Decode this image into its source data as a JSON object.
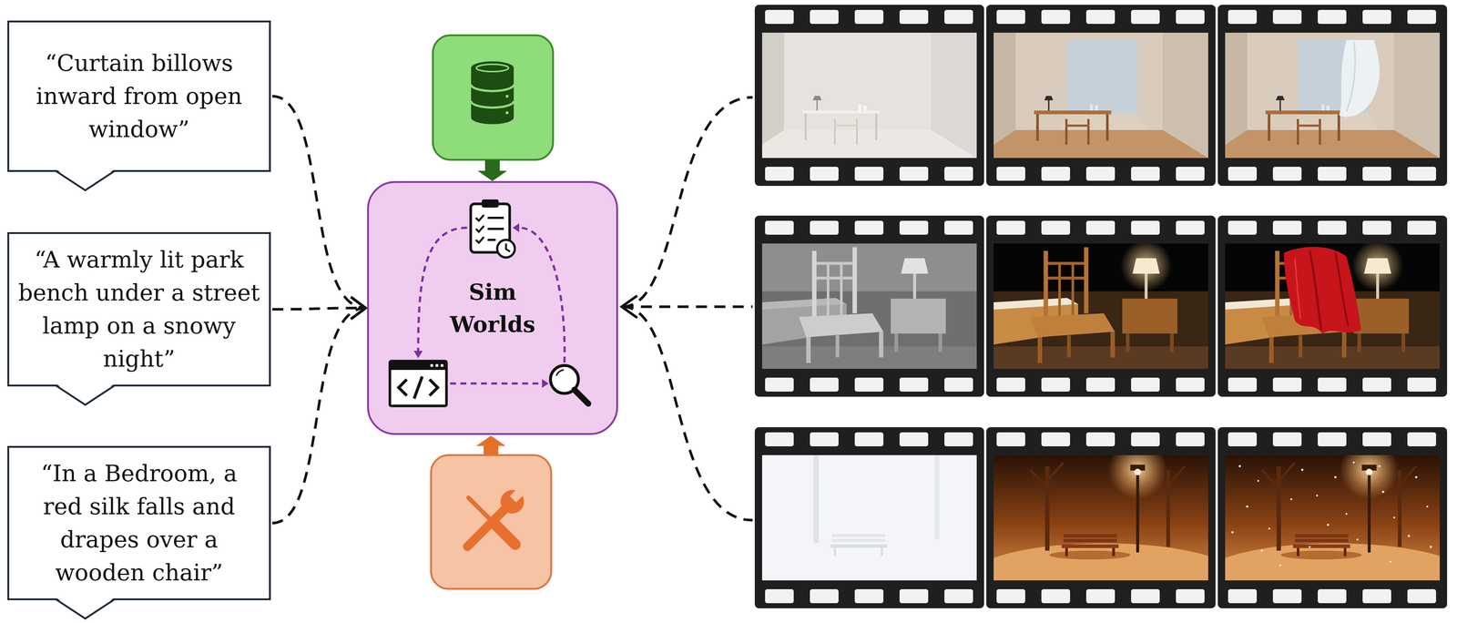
{
  "diagram": {
    "nodes": [
      {
        "text": [
          "“Curtain billows inward from open window”"
        ]
      },
      {
        "text": [
          "“A warmly lit park bench under a street lamp on a snowy night”"
        ]
      },
      {
        "text": [
          "“In a Bedroom, a red silk falls and drapes over a wooden chair”"
        ]
      },
      {
        "text": [
          "Sim Worlds"
        ]
      }
    ],
    "edges": [
      {
        "from": 0,
        "to": 3,
        "arrow": "to"
      },
      {
        "from": 1,
        "to": 3,
        "arrow": "to"
      },
      {
        "from": 2,
        "to": 3,
        "arrow": "to"
      }
    ]
  }
}
